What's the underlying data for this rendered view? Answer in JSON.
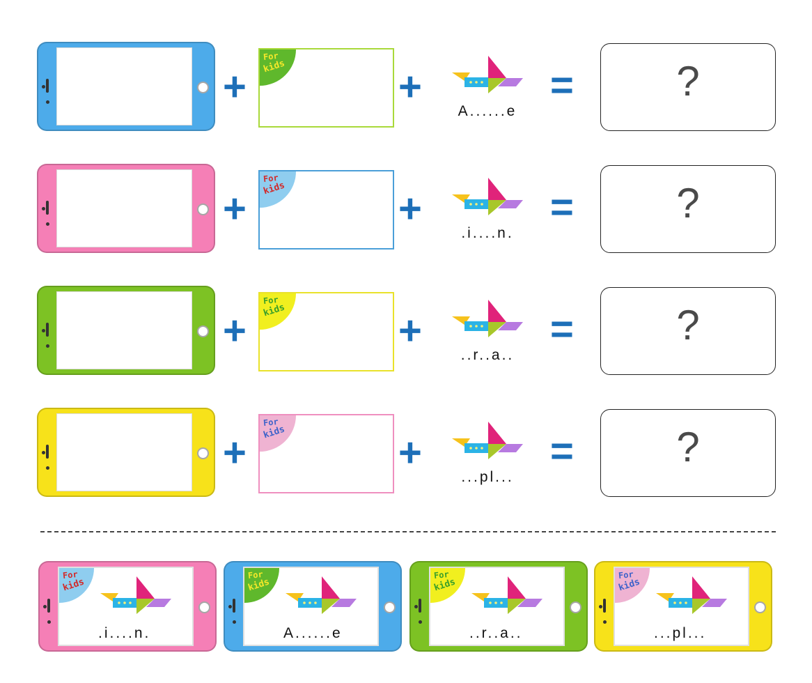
{
  "colors": {
    "blue": "#4dabea",
    "pink": "#f57fb6",
    "green": "#7dc224",
    "yellow": "#f7e21a",
    "operator": "#1d6fb8",
    "kids_corner_green": "#5fb82c",
    "kids_corner_blue": "#8fcdef",
    "kids_corner_yellow": "#f1ef1f",
    "kids_corner_pink": "#efb3d2"
  },
  "operators": {
    "plus": "+",
    "equals": "="
  },
  "rows": [
    {
      "phone_color": "blue",
      "card_border": "#a9d93a",
      "corner": {
        "bg": "#5fb82c",
        "for": "For",
        "kids": "kids",
        "for_color": "#f5e82a",
        "kids_color": "#f5e82a"
      },
      "hint": "A......e",
      "answer": "?"
    },
    {
      "phone_color": "pink",
      "card_border": "#4a9fd8",
      "corner": {
        "bg": "#8fcdef",
        "for": "For",
        "kids": "kids",
        "for_color": "#d22a2a",
        "kids_color": "#d22a2a"
      },
      "hint": ".i....n.",
      "answer": "?"
    },
    {
      "phone_color": "green",
      "card_border": "#e9e22a",
      "corner": {
        "bg": "#f1ef1f",
        "for": "For",
        "kids": "kids",
        "for_color": "#3aa02a",
        "kids_color": "#3aa02a"
      },
      "hint": "..r..a..",
      "answer": "?"
    },
    {
      "phone_color": "yellow",
      "card_border": "#ef8fbf",
      "corner": {
        "bg": "#efb3d2",
        "for": "For",
        "kids": "kids",
        "for_color": "#3f63c9",
        "kids_color": "#3f63c9"
      },
      "hint": "...pl...",
      "answer": "?"
    }
  ],
  "bottom_cards": [
    {
      "phone_color": "pink",
      "corner": {
        "bg": "#8fcdef",
        "for": "For",
        "kids": "kids",
        "for_color": "#d22a2a",
        "kids_color": "#d22a2a"
      },
      "hint": ".i....n."
    },
    {
      "phone_color": "blue",
      "corner": {
        "bg": "#5fb82c",
        "for": "For",
        "kids": "kids",
        "for_color": "#f5e82a",
        "kids_color": "#f5e82a"
      },
      "hint": "A......e"
    },
    {
      "phone_color": "green",
      "corner": {
        "bg": "#f1ef1f",
        "for": "For",
        "kids": "kids",
        "for_color": "#3aa02a",
        "kids_color": "#3aa02a"
      },
      "hint": "..r..a.."
    },
    {
      "phone_color": "yellow",
      "corner": {
        "bg": "#efb3d2",
        "for": "For",
        "kids": "kids",
        "for_color": "#3f63c9",
        "kids_color": "#3f63c9"
      },
      "hint": "...pl..."
    }
  ],
  "icons": {
    "plane": "tangram-airplane-icon",
    "phone": "smartphone-icon"
  }
}
